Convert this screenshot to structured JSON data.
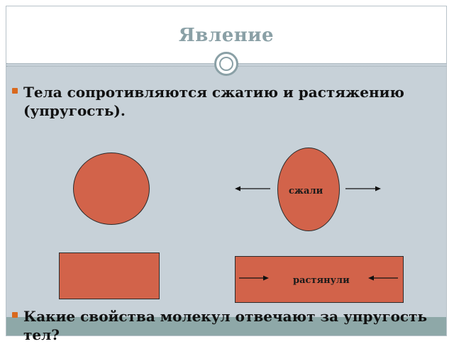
{
  "slide": {
    "title": "Явление",
    "bullets": [
      "Тела сопротивляются сжатию и растяжению (упругость).",
      "Какие свойства молекул отвечают за упругость тел?"
    ],
    "shapes": {
      "oval_label": "сжали",
      "rect_label": "растянули"
    }
  },
  "colors": {
    "shape_fill": "#d2634a",
    "background": "#c7d1d8",
    "bullet_mark": "#d9691e",
    "title": "#8aa0a6"
  }
}
